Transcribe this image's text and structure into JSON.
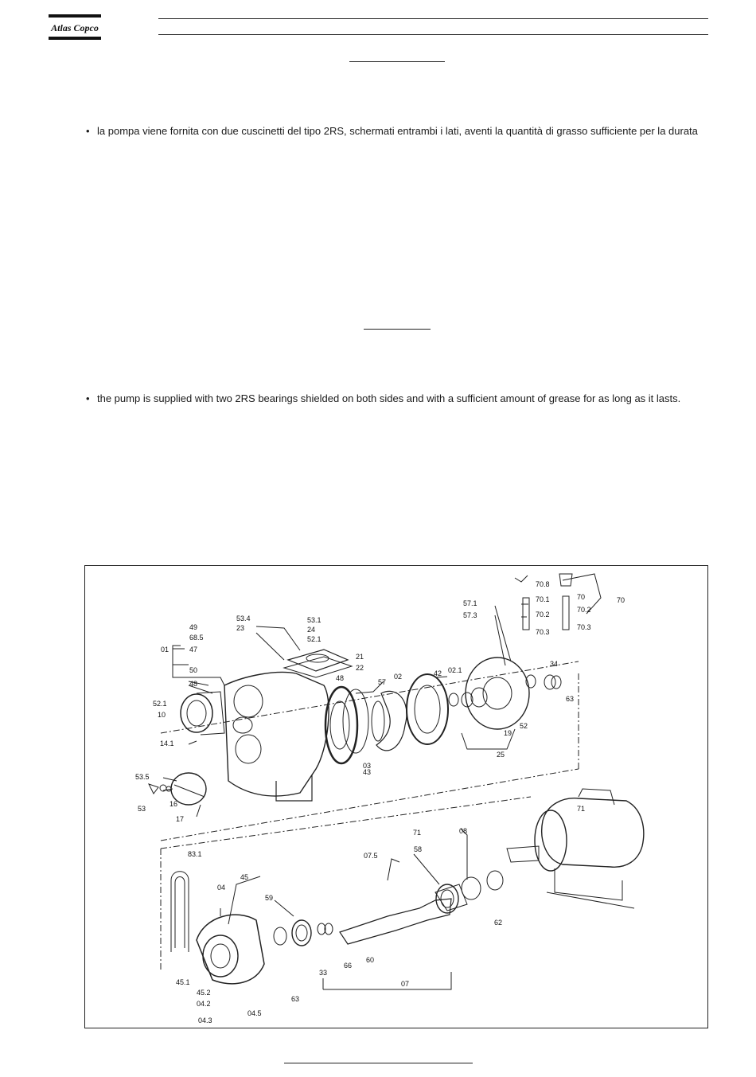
{
  "header": {
    "brand": "Atlas Copco"
  },
  "section_it": {
    "bullet": "la pompa viene fornita con due cuscinetti del tipo 2RS, schermati entrambi i lati, aventi la quantità di grasso sufficiente per la durata"
  },
  "section_en": {
    "bullet": "the pump is supplied with two 2RS bearings shielded on both sides and with a sufficient amount of grease for as long as it lasts."
  },
  "figure": {
    "labels": {
      "l70_8": "70.8",
      "l70_1": "70.1",
      "l70": "70",
      "l70g": "70",
      "l70_2": "70.2",
      "l70_2b": "70.2",
      "l70_3": "70.3",
      "l70_3b": "70.3",
      "l57_1": "57.1",
      "l57_3": "57.3",
      "l53_4": "53.4",
      "l53_1": "53.1",
      "l23": "23",
      "l24": "24",
      "l52_1a": "52.1",
      "l49": "49",
      "l68_5": "68.5",
      "l01": "01",
      "l47": "47",
      "l21": "21",
      "l22": "22",
      "l50": "50",
      "l48a": "48",
      "l48b": "48",
      "l57": "57",
      "l02": "02",
      "l42": "42",
      "l02_1": "02.1",
      "l34": "34",
      "l63a": "63",
      "l52": "52",
      "l19": "19",
      "l25": "25",
      "l52_1b": "52.1",
      "l10": "10",
      "l14_1": "14.1",
      "l03": "03",
      "l43": "43",
      "l53_5": "53.5",
      "l16": "16",
      "l53": "53",
      "l17": "17",
      "l71a": "71",
      "l71b": "71",
      "l08": "08",
      "l58": "58",
      "l07_5": "07.5",
      "l83_1": "83.1",
      "l04": "04",
      "l45": "45",
      "l59": "59",
      "l62": "62",
      "l60": "60",
      "l66": "66",
      "l33": "33",
      "l07": "07",
      "l63b": "63",
      "l45_1": "45.1",
      "l45_2": "45.2",
      "l04_2": "04.2",
      "l04_3": "04.3",
      "l04_5": "04.5"
    }
  }
}
